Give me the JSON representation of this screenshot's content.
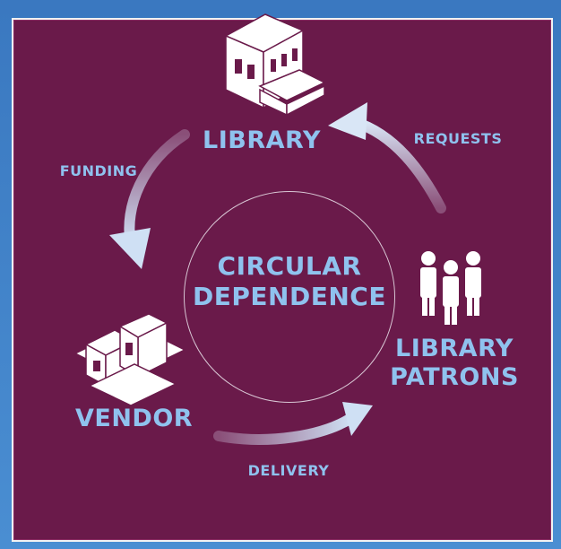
{
  "diagram": {
    "center": {
      "line1": "CIRCULAR",
      "line2": "DEPENDENCE"
    },
    "nodes": {
      "library": {
        "label": "LIBRARY",
        "icon": "library-building-icon"
      },
      "vendor": {
        "label": "VENDOR",
        "icon": "vendor-cubes-icon"
      },
      "patrons": {
        "line1": "LIBRARY",
        "line2": "PATRONS",
        "icon": "people-icon"
      }
    },
    "edges": {
      "funding": "FUNDING",
      "requests": "REQUESTS",
      "delivery": "DELIVERY"
    }
  },
  "colors": {
    "background": "#6a1a4a",
    "border": "#3f7fc4",
    "label": "#8fc2ee",
    "icon": "#ffffff"
  }
}
